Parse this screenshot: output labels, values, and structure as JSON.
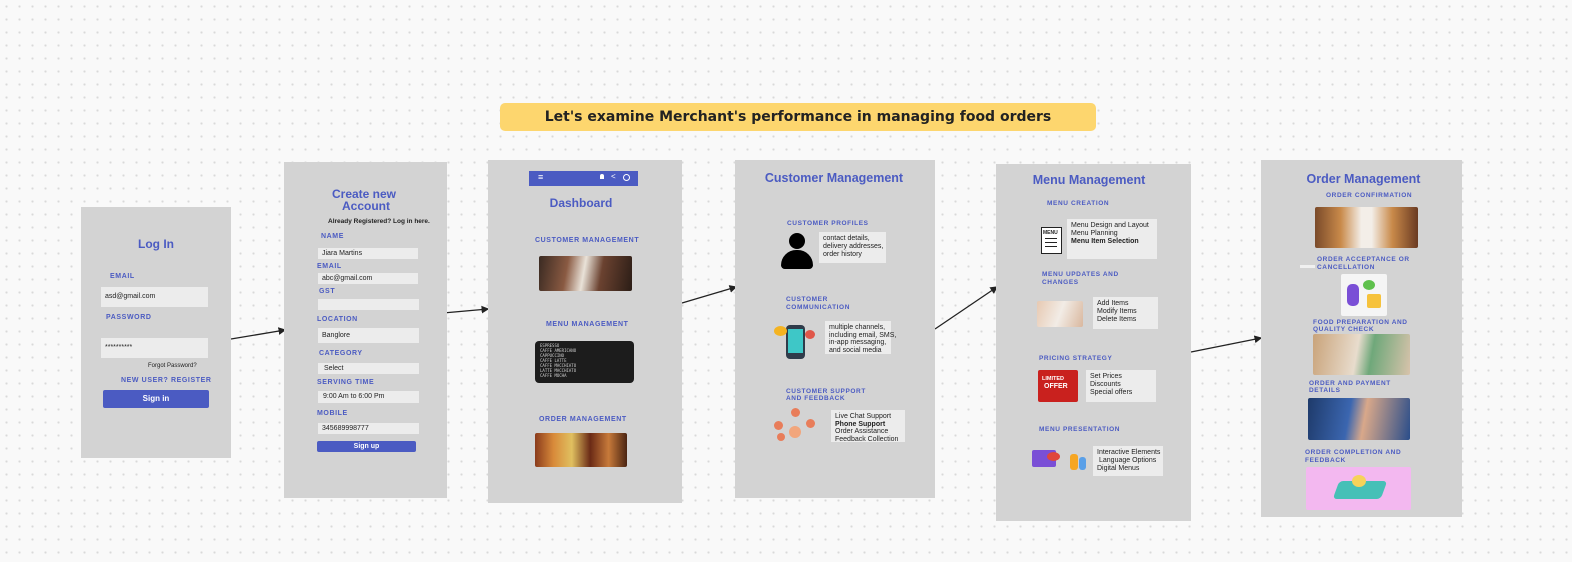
{
  "banner": "Let's examine Merchant's performance in managing food orders",
  "login": {
    "title": "Log In",
    "email_label": "EMAIL",
    "email_value": "asd@gmail.com",
    "password_label": "PASSWORD",
    "password_value": "**********",
    "forgot": "Forgot Password?",
    "register": "NEW USER? REGISTER",
    "signin": "Sign in"
  },
  "signup": {
    "title_line1": "Create new",
    "title_line2": "Account",
    "already": "Already Registered? Log in here.",
    "name_label": "NAME",
    "name_value": "Jiara Martins",
    "email_label": "EMAIL",
    "email_value": "abc@gmail.com",
    "gst_label": "GST",
    "gst_value": "",
    "location_label": "LOCATION",
    "location_value": "Banglore",
    "category_label": "CATEGORY",
    "category_value": "Select",
    "serving_label": "SERVING TIME",
    "serving_value": "9:00 Am to 6:00 Pm",
    "mobile_label": "MOBILE",
    "mobile_value": "345689998777",
    "signup_button": "Sign up"
  },
  "dashboard": {
    "title": "Dashboard",
    "menu_icon": "hamburger-icon",
    "sections": [
      {
        "label": "CUSTOMER MANAGEMENT"
      },
      {
        "label": "MENU MANAGEMENT"
      },
      {
        "label": "ORDER MANAGEMENT"
      }
    ],
    "menu_board_lines": [
      "ESPRESSO",
      "CAFFE AMERICANO",
      "CAPPUCCINO",
      "CAFFE LATTE",
      "CAFFE MACCHIATO",
      "LATTE MACCHIATO",
      "CAFFE MOCHA"
    ]
  },
  "customer": {
    "title": "Customer Management",
    "profiles_label": "CUSTOMER PROFILES",
    "profiles_text": [
      "contact details,",
      "delivery addresses,",
      "order history"
    ],
    "comm_label1": "CUSTOMER",
    "comm_label2": "COMMUNICATION",
    "comm_text": [
      "multiple channels,",
      "including email, SMS,",
      "in-app messaging,",
      "and social media"
    ],
    "support_label1": "CUSTOMER SUPPORT",
    "support_label2": "AND FEEDBACK",
    "support_text": [
      "Live Chat Support",
      "Phone Support",
      "Order Assistance",
      "Feedback Collection"
    ]
  },
  "menu": {
    "title": "Menu Management",
    "creation_label": "MENU CREATION",
    "creation_text": [
      "Menu Design and Layout",
      "Menu Planning",
      "Menu Item Selection"
    ],
    "menu_icon_text": "MENU",
    "updates_label1": "MENU UPDATES AND",
    "updates_label2": "CHANGES",
    "updates_text": [
      "Add Items",
      "Modify Items",
      "Delete Items"
    ],
    "pricing_label": "PRICING STRATEGY",
    "pricing_text": [
      "Set Prices",
      "Discounts",
      "Special offers"
    ],
    "offer_text1": "LIMITED",
    "offer_text2": "OFFER",
    "presentation_label": "MENU PRESENTATION",
    "presentation_text": [
      "Interactive Elements",
      "Language Options",
      "Digital Menus"
    ]
  },
  "order": {
    "title": "Order Management",
    "confirmation_label": "ORDER CONFIRMATION",
    "acceptance_label1": "ORDER ACCEPTANCE OR",
    "acceptance_label2": "CANCELLATION",
    "preparation_label1": "FOOD PREPARATION AND",
    "preparation_label2": "QUALITY CHECK",
    "payment_label1": "ORDER AND PAYMENT",
    "payment_label2": "DETAILS",
    "completion_label1": "ORDER COMPLETION AND",
    "completion_label2": "FEEDBACK"
  },
  "colors": {
    "accent": "#4b5bc2",
    "card": "#d3d3d3",
    "banner": "#fdd66e"
  }
}
